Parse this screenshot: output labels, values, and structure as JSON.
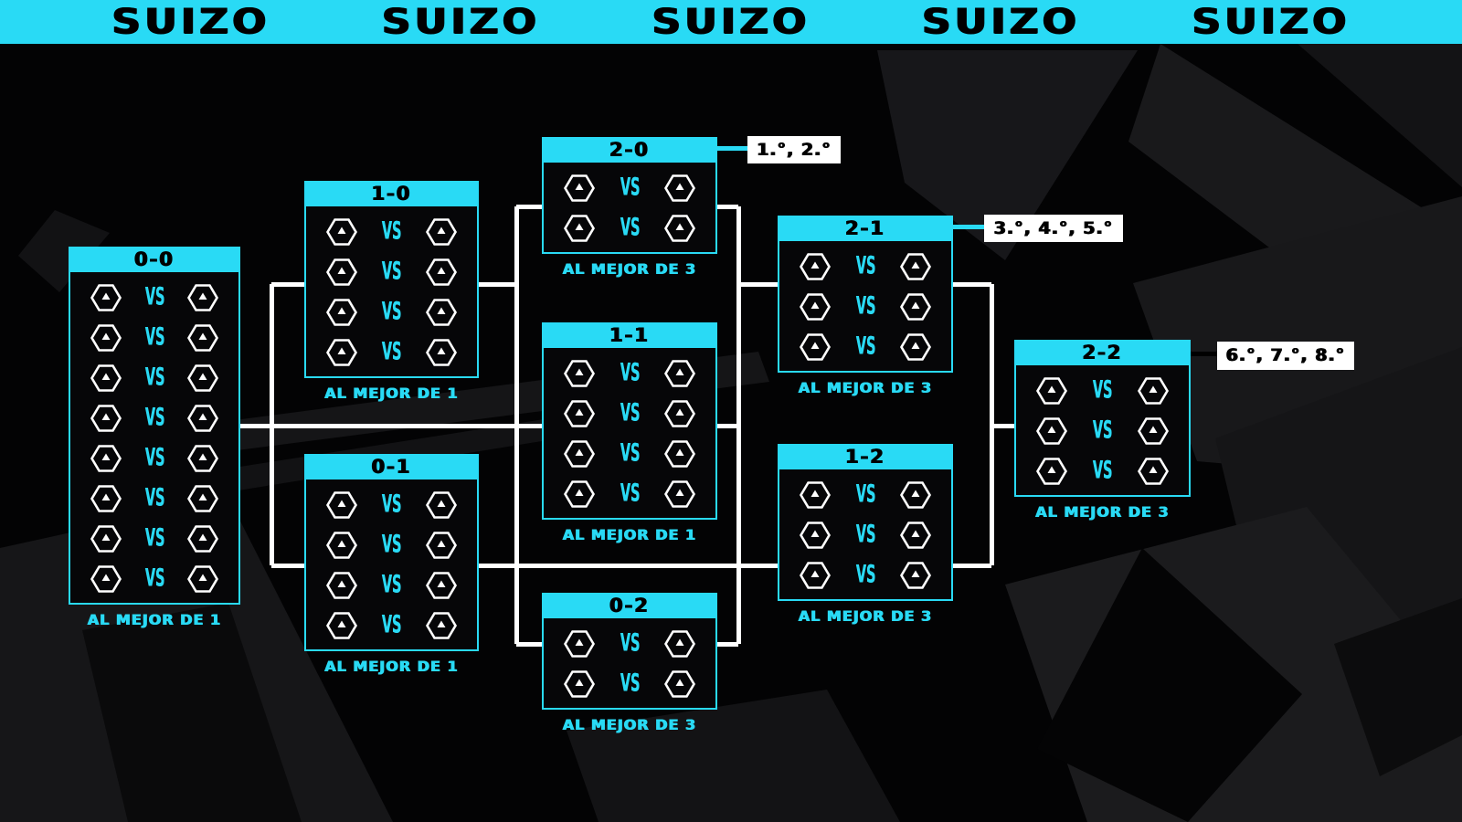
{
  "banner": {
    "items": [
      "SUIZO",
      "SUIZO",
      "SUIZO",
      "SUIZO",
      "SUIZO"
    ]
  },
  "colors": {
    "cyan": "#29daf5",
    "white": "#ffffff",
    "black": "#000000",
    "box_bg": "#060608"
  },
  "bracket": {
    "vs_label": "VS",
    "boxes": [
      {
        "id": "0-0",
        "record": "0-0",
        "matches": 8,
        "footer": "AL MEJOR DE 1"
      },
      {
        "id": "1-0",
        "record": "1-0",
        "matches": 4,
        "footer": "AL MEJOR DE 1"
      },
      {
        "id": "0-1",
        "record": "0-1",
        "matches": 4,
        "footer": "AL MEJOR DE 1"
      },
      {
        "id": "2-0",
        "record": "2-0",
        "matches": 2,
        "footer": "AL MEJOR DE 3",
        "result_label": "1.°, 2.°"
      },
      {
        "id": "1-1",
        "record": "1-1",
        "matches": 4,
        "footer": "AL MEJOR DE 1"
      },
      {
        "id": "0-2",
        "record": "0-2",
        "matches": 2,
        "footer": "AL MEJOR DE 3"
      },
      {
        "id": "2-1",
        "record": "2-1",
        "matches": 3,
        "footer": "AL MEJOR DE 3",
        "result_label": "3.°, 4.°, 5.°"
      },
      {
        "id": "1-2",
        "record": "1-2",
        "matches": 3,
        "footer": "AL MEJOR DE 3"
      },
      {
        "id": "2-2",
        "record": "2-2",
        "matches": 3,
        "footer": "AL MEJOR DE 3",
        "result_label": "6.°, 7.°, 8.°"
      }
    ]
  }
}
